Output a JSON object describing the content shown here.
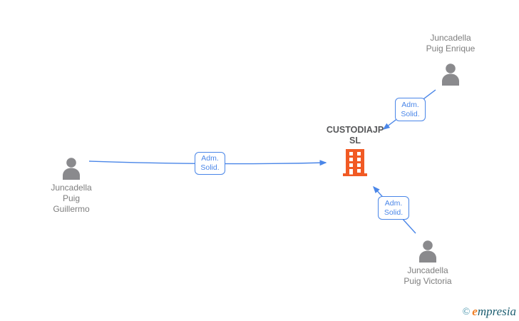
{
  "diagram": {
    "type": "company-ownership-network",
    "people": {
      "enrique": {
        "name": "Juncadella Puig Enrique",
        "lines": [
          "Juncadella",
          "Puig Enrique"
        ]
      },
      "guillermo": {
        "name": "Juncadella Puig Guillermo",
        "lines": [
          "Juncadella",
          "Puig",
          "Guillermo"
        ]
      },
      "victoria": {
        "name": "Juncadella Puig Victoria",
        "lines": [
          "Juncadella",
          "Puig Victoria"
        ]
      }
    },
    "company": {
      "name": "CUSTODIAJP SL",
      "lines": [
        "CUSTODIAJP",
        "SL"
      ]
    },
    "edges": [
      {
        "from": "Juncadella Puig Enrique",
        "to": "CUSTODIAJP SL",
        "label": "Adm. Solid.",
        "label_lines": [
          "Adm.",
          "Solid."
        ]
      },
      {
        "from": "Juncadella Puig Guillermo",
        "to": "CUSTODIAJP SL",
        "label": "Adm. Solid.",
        "label_lines": [
          "Adm.",
          "Solid."
        ]
      },
      {
        "from": "Juncadella Puig Victoria",
        "to": "CUSTODIAJP SL",
        "label": "Adm. Solid.",
        "label_lines": [
          "Adm.",
          "Solid."
        ]
      }
    ],
    "colors": {
      "edge_blue": "#4a86e8",
      "person_gray": "#8a8a8d",
      "name_text_gray": "#7e7e7e",
      "company_text_gray": "#57585a",
      "building_orange": "#f15a24",
      "logo_copyright_teal": "#3d8fa8",
      "logo_e_orange": "#ef7d23",
      "logo_word_teal": "#1b5d70"
    },
    "footer": {
      "copyright": "©",
      "brand_first_letter": "e",
      "brand_rest": "mpresia"
    }
  }
}
